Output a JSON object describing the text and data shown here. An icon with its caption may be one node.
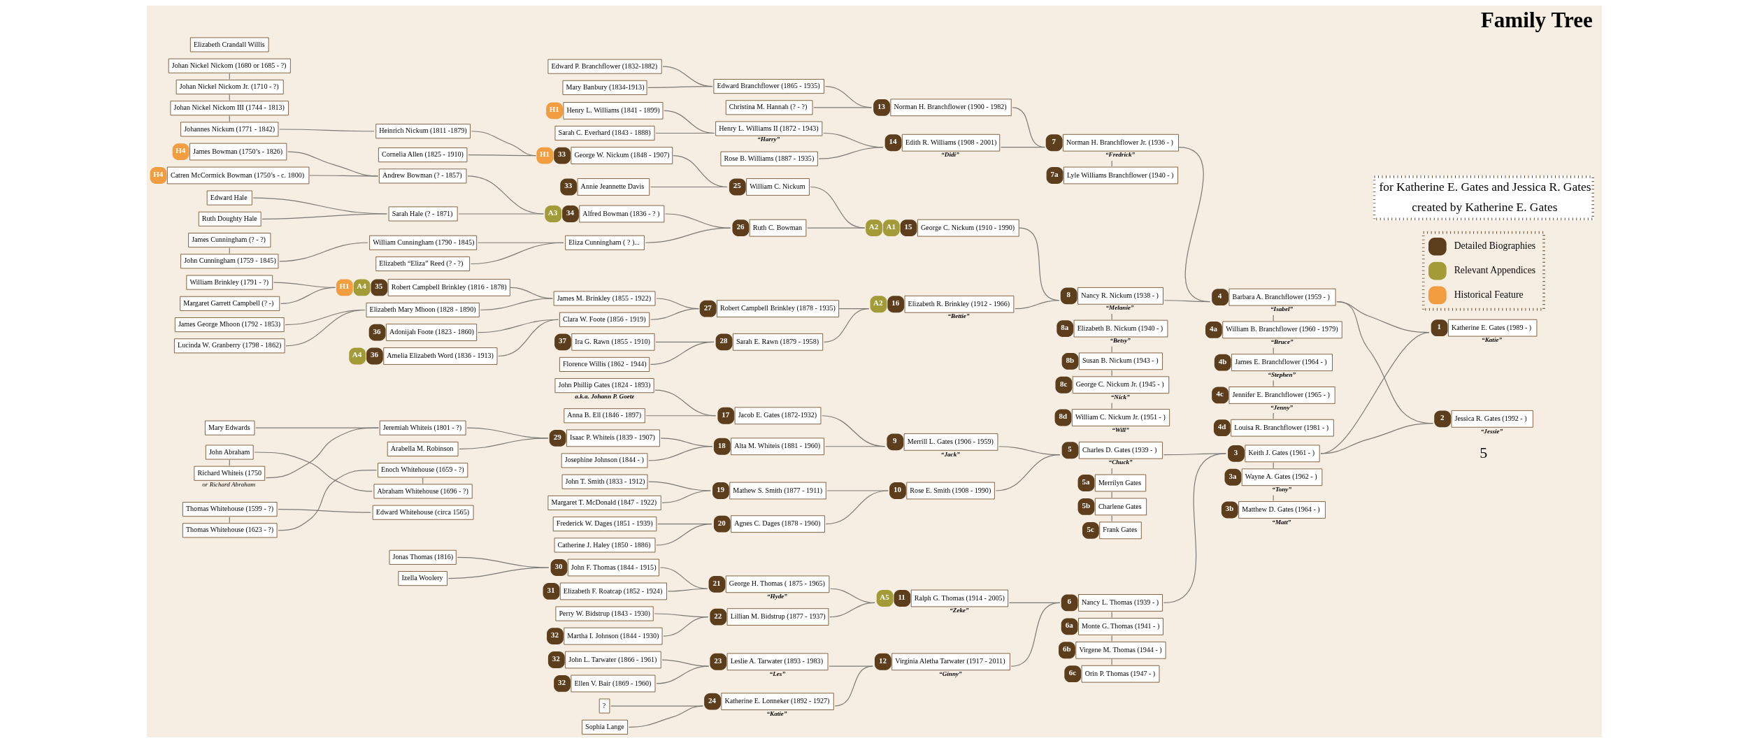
{
  "diagram": {
    "title": "Family Tree",
    "nodes": [
      {
        "text": [
          "Thomas Whitehouse (1599 - ?)"
        ]
      },
      {
        "text": [
          "Edward Whitehouse (circa 1565)"
        ]
      },
      {
        "text": [
          "Thomas Whitehouse (1623 - ?)"
        ]
      },
      {
        "text": [
          "Enoch Whitehouse (1659 - ?)"
        ]
      },
      {
        "text": [
          "29",
          "Isaac P. Whiteis (1839 - 1907)"
        ]
      },
      {
        "text": [
          "John Abraham"
        ]
      },
      {
        "text": [
          "Abraham Whitehouse (1696 - ?)"
        ]
      },
      {
        "text": [
          "Josephine Johnson (1844 - )"
        ]
      },
      {
        "text": [
          "Richard Whiteis (1750"
        ],
        "beside": [
          "or Richard Abraham"
        ]
      },
      {
        "text": [
          "Jeremiah Whiteis (1801 - ?)"
        ]
      },
      {
        "text": [
          "Frederick W. Dages (1851 - 1939)"
        ]
      },
      {
        "text": [
          "Mary Edwards"
        ]
      },
      {
        "text": [
          "Arabella M. Robinson"
        ]
      },
      {
        "text": [
          "Catherine J. Haley (1850 - 1886)"
        ]
      },
      {
        "text": [
          "Jonas Thomas (1816)"
        ]
      },
      {
        "text": [
          "Johan Nickel Nickom (1680 or 1685 - ?)"
        ]
      },
      {
        "text": [
          "Izella Woolery"
        ]
      },
      {
        "text": [
          "Johan Nickel Nickom Jr. (1710 - ?)"
        ]
      },
      {
        "text": [
          "Perry W. Bidstrup (1843 - 1930)"
        ]
      },
      {
        "text": [
          "Johan Nickel Nickom III (1744 - 1813)"
        ]
      },
      {
        "text": [
          "32",
          "Martha I. Johnson (1844 - 1930)"
        ]
      },
      {
        "text": [
          "Johannes Nickum (1771 - 1842)"
        ]
      },
      {
        "text": [
          "Heinrich Nickum (1811 -1879)"
        ]
      },
      {
        "text": [
          "Cornelia Allen (1825 - 1910)"
        ]
      },
      {
        "text": [
          "?"
        ]
      },
      {
        "text": [
          "Sophia Lange"
        ]
      },
      {
        "text": [
          "H4",
          "James Bowman (1750’s - 1826)"
        ]
      },
      {
        "text": [
          "H4",
          "Catren McCormick Bowman (1750’s - c. 1800)"
        ]
      },
      {
        "text": [
          "Andrew Bowman (? - 1857)"
        ]
      },
      {
        "text": [
          "Edward Hale"
        ]
      },
      {
        "text": [
          "Ruth Doughty Hale"
        ]
      },
      {
        "text": [
          "Sarah Hale (? - 1871)"
        ]
      },
      {
        "text": [
          "H1",
          "Henry L. Williams (1841 - 1899)"
        ]
      },
      {
        "text": [
          "Sarah C. Everhard (1843 - 1888)"
        ]
      },
      {
        "text": [
          "James Cunningham (? - ?)"
        ]
      },
      {
        "text": [
          "John Cunningham (1759 - 1845)"
        ]
      },
      {
        "text": [
          "William Cunningham (1790 - 1845)"
        ]
      },
      {
        "text": [
          "William Brinkley (1791 - ?)"
        ]
      },
      {
        "text": [
          "Margaret Garrett Campbell (? -)"
        ]
      },
      {
        "text": [
          "Elizabeth “Eliza” Reed (? - ?)"
        ]
      },
      {
        "text": [
          "A3",
          "34",
          "Alfred Bowman (1836 - ? )"
        ]
      },
      {
        "text": [
          "H1",
          "A4",
          "35",
          "Robert Campbell Brinkley (1816 - 1878)"
        ]
      },
      {
        "text": [
          "Eliza Cunningham ( ? )..."
        ]
      },
      {
        "text": [
          "James George Mhoon (1792 - 1853)"
        ]
      },
      {
        "text": [
          "Elizabeth Mary Mhoon (1828 - 1890)"
        ]
      },
      {
        "text": [
          "Lucinda W. Granberry (1798 - 1862)"
        ]
      },
      {
        "text": [
          "36",
          "Adonijah Foote (1823 - 1860)"
        ]
      },
      {
        "text": [
          "A4",
          "36",
          "Amelia Elizabeth Word (1836 - 1913)"
        ]
      },
      {
        "text": [
          "37",
          "Ira G. Rawn (1855 - 1910)"
        ]
      },
      {
        "text": [
          "Florence Willis (1862 - 1944)"
        ]
      },
      {
        "text": [
          "Elizabeth Crandall Willis"
        ]
      },
      {
        "text": [
          "John Phillip Gates (1824 - 1893)"
        ],
        "beside": [
          "a.k.a. Johann P. Goetz"
        ]
      },
      {
        "text": [
          "17",
          "Jacob E. Gates (1872-1932)"
        ]
      },
      {
        "text": [
          "Anna B. Ell (1846 - 1897)"
        ]
      },
      {
        "text": [
          "18",
          "Alta M. Whiteis (1881 - 1960)"
        ]
      },
      {
        "text": [
          "John T. Smith (1833 - 1912)"
        ]
      },
      {
        "text": [
          "19",
          "Mathew S. Smith (1877 - 1911)"
        ]
      },
      {
        "text": [
          "Margaret T. McDonald (1847 - 1922)"
        ]
      },
      {
        "text": [
          "20",
          "Agnes C. Dages (1878 - 1960)"
        ]
      },
      {
        "text": [
          "30",
          "John F. Thomas (1844 - 1915)"
        ]
      },
      {
        "text": [
          "21",
          "George H. Thomas ( 1875 - 1965)"
        ],
        "beside": [
          "“Hyde”"
        ]
      },
      {
        "text": [
          "31",
          "Elizabeth F. Roatcap (1852 - 1924)"
        ]
      },
      {
        "text": [
          "22",
          "Lillian M. Bidstrup (1877 - 1937)"
        ]
      },
      {
        "text": [
          "32",
          "John L. Tarwater (1866 - 1961)"
        ]
      },
      {
        "text": [
          "23",
          "Leslie A. Tarwater (1893 - 1983)"
        ],
        "beside": [
          "“Les”"
        ]
      },
      {
        "text": [
          "32",
          "Ellen V. Bair (1869 - 1960)"
        ]
      },
      {
        "text": [
          "24",
          "Katherine E. Lonneker (1892 - 1927)"
        ],
        "beside": [
          "“Katie”"
        ]
      },
      {
        "text": [
          "Edward P. Branchflower (1832-1882)"
        ]
      },
      {
        "text": [
          "Edward Branchflower (1865 - 1935)"
        ]
      },
      {
        "text": [
          "Mary Banbury (1834-1913)"
        ]
      },
      {
        "text": [
          "Christina M. Hannah (? - ?)"
        ]
      },
      {
        "text": [
          "Henry L. Williams II (1872 - 1943)"
        ],
        "beside": [
          "“Harry”"
        ]
      },
      {
        "text": [
          "Rose B. Williams (1887 - 1935)"
        ]
      },
      {
        "text": [
          "H1",
          "33",
          "George W. Nickum (1848 - 1907)"
        ]
      },
      {
        "text": [
          "25",
          "William C. Nickum"
        ]
      },
      {
        "text": [
          "33",
          "Annie Jeannette Davis"
        ]
      },
      {
        "text": [
          "26",
          "Ruth C. Bowman"
        ]
      },
      {
        "text": [
          "James M. Brinkley (1855 - 1922)"
        ]
      },
      {
        "text": [
          "27",
          "Robert Campbell Brinkley (1878 - 1935)"
        ]
      },
      {
        "text": [
          "Clara W. Foote (1856 - 1919)"
        ]
      },
      {
        "text": [
          "28",
          "Sarah E. Rawn (1879 - 1958)"
        ]
      },
      {
        "text": [
          "9",
          "Merrill L. Gates (1906 - 1959)"
        ],
        "beside": [
          "“Jack”"
        ]
      },
      {
        "text": [
          "10",
          "Rose E. Smith (1908 - 1990)"
        ]
      },
      {
        "text": [
          "A5",
          "11",
          "Ralph G. Thomas (1914 - 2005)"
        ],
        "beside": [
          "“Zeke”"
        ]
      },
      {
        "text": [
          "12",
          "Virginia Aletha Tarwater (1917 - 2011)"
        ],
        "beside": [
          "“Ginny”"
        ]
      },
      {
        "text": [
          "13",
          "Norman H. Branchflower (1900 - 1982)"
        ]
      },
      {
        "text": [
          "14",
          "Edith R. Williams (1908 - 2001)"
        ],
        "beside": [
          "“Didi”"
        ]
      },
      {
        "text": [
          "A2",
          "A1",
          "15",
          "George C. Nickum (1910 - 1990)"
        ]
      },
      {
        "text": [
          "A2",
          "16",
          "Elizabeth R. Brinkley (1912 - 1966)"
        ],
        "beside": [
          "“Bettie”"
        ]
      },
      {
        "text": [
          "5",
          "Charles D. Gates (1939 - )"
        ],
        "beside": [
          "“Chuck”"
        ]
      },
      {
        "text": [
          "5a",
          "Merrilyn Gates"
        ]
      },
      {
        "text": [
          "5b",
          "Charlene Gates"
        ]
      },
      {
        "text": [
          "5c",
          "Frank Gates"
        ]
      },
      {
        "text": [
          "6",
          "Nancy L. Thomas (1939 - )"
        ]
      },
      {
        "text": [
          "6a",
          "Monte G. Thomas (1941 - )"
        ]
      },
      {
        "text": [
          "6b",
          "Virgene M. Thomas (1944 - )"
        ]
      },
      {
        "text": [
          "6c",
          "Orin P. Thomas (1947 - )"
        ]
      },
      {
        "text": [
          "7",
          "Norman H. Branchflower Jr. (1936 - )"
        ],
        "beside": [
          "“Fredrick”"
        ]
      },
      {
        "text": [
          "7a",
          "Lyle Williams Branchflower (1940 - )"
        ]
      },
      {
        "text": [
          "8",
          "Nancy R. Nickum (1938 - )"
        ],
        "beside": [
          "“Melanie”"
        ]
      },
      {
        "text": [
          "8a",
          "Elizabeth B. Nickum (1940 - )"
        ],
        "beside": [
          "“Betsy”"
        ]
      },
      {
        "text": [
          "8b",
          "Susan B. Nickum (1943 - )"
        ]
      },
      {
        "text": [
          "8c",
          "George C. Nickum Jr. (1945 - )"
        ],
        "beside": [
          "“Nick”"
        ]
      },
      {
        "text": [
          "8d",
          "William C. Nickum Jr. (1951 - )"
        ],
        "beside": [
          "“Will”"
        ]
      },
      {
        "text": [
          "3",
          "Keith J. Gates (1961 - )"
        ]
      },
      {
        "text": [
          "3a",
          "Wayne A. Gates (1962 - )"
        ],
        "beside": [
          "“Tony”"
        ]
      },
      {
        "text": [
          "3b",
          "Matthew D. Gates (1964 - )"
        ],
        "beside": [
          "“Matt”"
        ]
      },
      {
        "text": [
          "4",
          "Barbara A. Branchflower (1959 - )"
        ],
        "beside": [
          "“Isabel”"
        ]
      },
      {
        "text": [
          "4a",
          "William B. Branchflower (1960 - 1979)"
        ],
        "beside": [
          "“Bruce”"
        ]
      },
      {
        "text": [
          "4b",
          "James E. Branchflower (1964 - )"
        ],
        "beside": [
          "“Stephen”"
        ]
      },
      {
        "text": [
          "4c",
          "Jennifer E. Branchflower (1965 - )"
        ],
        "beside": [
          "“Jenny”"
        ]
      },
      {
        "text": [
          "4d",
          "Louisa R. Branchflower (1981 - )"
        ]
      },
      {
        "text": [
          "1",
          "Katherine E. Gates (1989 - )"
        ],
        "beside": [
          "“Katie”"
        ]
      },
      {
        "text": [
          "2",
          "Jessica R. Gates (1992 - )"
        ],
        "beside": [
          "“Jessie”"
        ]
      }
    ],
    "edges": [
      {
        "from": 0,
        "to": 1,
        "arrow": "none"
      },
      {
        "from": 0,
        "to": 2,
        "arrow": "none"
      },
      {
        "from": 2,
        "to": 3,
        "arrow": "none"
      },
      {
        "from": 3,
        "to": 6,
        "arrow": "none"
      },
      {
        "from": 5,
        "to": 6,
        "arrow": "none"
      },
      {
        "from": 5,
        "to": 8,
        "arrow": "none"
      },
      {
        "from": 8,
        "to": 9,
        "arrow": "none"
      },
      {
        "from": 11,
        "to": 9,
        "arrow": "none"
      },
      {
        "from": 9,
        "to": 4,
        "arrow": "none"
      },
      {
        "from": 12,
        "to": 4,
        "arrow": "none"
      },
      {
        "from": 4,
        "to": 54,
        "arrow": "none"
      },
      {
        "from": 7,
        "to": 54,
        "arrow": "none"
      },
      {
        "from": 10,
        "to": 58,
        "arrow": "none"
      },
      {
        "from": 13,
        "to": 58,
        "arrow": "none"
      },
      {
        "from": 14,
        "to": 59,
        "arrow": "none"
      },
      {
        "from": 16,
        "to": 59,
        "arrow": "none"
      },
      {
        "from": 15,
        "to": 17,
        "arrow": "none"
      },
      {
        "from": 17,
        "to": 19,
        "arrow": "none"
      },
      {
        "from": 19,
        "to": 21,
        "arrow": "none"
      },
      {
        "from": 21,
        "to": 22,
        "arrow": "none"
      },
      {
        "from": 18,
        "to": 62,
        "arrow": "none"
      },
      {
        "from": 20,
        "to": 62,
        "arrow": "none"
      },
      {
        "from": 22,
        "to": 73,
        "arrow": "none"
      },
      {
        "from": 23,
        "to": 73,
        "arrow": "none"
      },
      {
        "from": 24,
        "to": 66,
        "arrow": "none"
      },
      {
        "from": 25,
        "to": 66,
        "arrow": "none"
      },
      {
        "from": 26,
        "to": 28,
        "arrow": "none"
      },
      {
        "from": 27,
        "to": 28,
        "arrow": "none"
      },
      {
        "from": 29,
        "to": 31,
        "arrow": "none"
      },
      {
        "from": 30,
        "to": 31,
        "arrow": "none"
      },
      {
        "from": 28,
        "to": 40,
        "arrow": "none"
      },
      {
        "from": 31,
        "to": 40,
        "arrow": "none"
      },
      {
        "from": 32,
        "to": 71,
        "arrow": "none"
      },
      {
        "from": 33,
        "to": 71,
        "arrow": "none"
      },
      {
        "from": 34,
        "to": 35,
        "arrow": "none"
      },
      {
        "from": 35,
        "to": 36,
        "arrow": "none"
      },
      {
        "from": 36,
        "to": 42,
        "arrow": "none"
      },
      {
        "from": 39,
        "to": 42,
        "arrow": "none"
      },
      {
        "from": 37,
        "to": 41,
        "arrow": "none"
      },
      {
        "from": 38,
        "to": 41,
        "arrow": "none"
      },
      {
        "from": 43,
        "to": 44,
        "arrow": "none"
      },
      {
        "from": 45,
        "to": 44,
        "arrow": "none"
      },
      {
        "from": 41,
        "to": 77,
        "arrow": "none"
      },
      {
        "from": 44,
        "to": 77,
        "arrow": "none"
      },
      {
        "from": 46,
        "to": 79,
        "arrow": "none"
      },
      {
        "from": 47,
        "to": 79,
        "arrow": "none"
      },
      {
        "from": 48,
        "to": 80,
        "arrow": "none"
      },
      {
        "from": 49,
        "to": 80,
        "arrow": "none"
      },
      {
        "from": 51,
        "to": 52,
        "arrow": "none"
      },
      {
        "from": 53,
        "to": 52,
        "arrow": "none"
      },
      {
        "from": 52,
        "to": 81,
        "arrow": "none"
      },
      {
        "from": 54,
        "to": 81,
        "arrow": "none"
      },
      {
        "from": 55,
        "to": 56,
        "arrow": "none"
      },
      {
        "from": 57,
        "to": 56,
        "arrow": "none"
      },
      {
        "from": 56,
        "to": 82,
        "arrow": "none"
      },
      {
        "from": 58,
        "to": 82,
        "arrow": "none"
      },
      {
        "from": 59,
        "to": 60,
        "arrow": "none"
      },
      {
        "from": 61,
        "to": 60,
        "arrow": "none"
      },
      {
        "from": 60,
        "to": 83,
        "arrow": "none"
      },
      {
        "from": 62,
        "to": 83,
        "arrow": "none"
      },
      {
        "from": 63,
        "to": 64,
        "arrow": "none"
      },
      {
        "from": 65,
        "to": 64,
        "arrow": "none"
      },
      {
        "from": 64,
        "to": 84,
        "arrow": "none"
      },
      {
        "from": 66,
        "to": 84,
        "arrow": "none"
      },
      {
        "from": 67,
        "to": 68,
        "arrow": "none"
      },
      {
        "from": 69,
        "to": 68,
        "arrow": "none"
      },
      {
        "from": 68,
        "to": 85,
        "arrow": "none"
      },
      {
        "from": 70,
        "to": 85,
        "arrow": "none"
      },
      {
        "from": 71,
        "to": 86,
        "arrow": "none"
      },
      {
        "from": 72,
        "to": 86,
        "arrow": "none"
      },
      {
        "from": 73,
        "to": 74,
        "arrow": "none"
      },
      {
        "from": 75,
        "to": 74,
        "arrow": "none"
      },
      {
        "from": 40,
        "to": 76,
        "arrow": "none"
      },
      {
        "from": 42,
        "to": 76,
        "arrow": "none"
      },
      {
        "from": 74,
        "to": 87,
        "arrow": "none"
      },
      {
        "from": 76,
        "to": 87,
        "arrow": "none"
      },
      {
        "from": 77,
        "to": 78,
        "arrow": "none"
      },
      {
        "from": 79,
        "to": 78,
        "arrow": "none"
      },
      {
        "from": 78,
        "to": 88,
        "arrow": "none"
      },
      {
        "from": 80,
        "to": 88,
        "arrow": "none"
      },
      {
        "from": 81,
        "to": 89,
        "arrow": "none"
      },
      {
        "from": 82,
        "to": 89,
        "arrow": "none"
      },
      {
        "from": 83,
        "to": 93,
        "arrow": "none"
      },
      {
        "from": 84,
        "to": 93,
        "arrow": "none"
      },
      {
        "from": 85,
        "to": 97,
        "arrow": "none"
      },
      {
        "from": 86,
        "to": 97,
        "arrow": "none"
      },
      {
        "from": 87,
        "to": 99,
        "arrow": "none"
      },
      {
        "from": 88,
        "to": 99,
        "arrow": "none"
      },
      {
        "from": 89,
        "to": 90,
        "arrow": "none"
      },
      {
        "from": 90,
        "to": 91,
        "arrow": "none"
      },
      {
        "from": 91,
        "to": 92,
        "arrow": "none"
      },
      {
        "from": 93,
        "to": 94,
        "arrow": "none"
      },
      {
        "from": 94,
        "to": 95,
        "arrow": "none"
      },
      {
        "from": 95,
        "to": 96,
        "arrow": "none"
      },
      {
        "from": 97,
        "to": 98,
        "arrow": "none"
      },
      {
        "from": 99,
        "to": 100,
        "arrow": "none"
      },
      {
        "from": 100,
        "to": 101,
        "arrow": "none"
      },
      {
        "from": 101,
        "to": 102,
        "arrow": "none"
      },
      {
        "from": 102,
        "to": 103,
        "arrow": "none"
      },
      {
        "from": 89,
        "to": 104,
        "arrow": "none"
      },
      {
        "from": 93,
        "to": 104,
        "arrow": "none"
      },
      {
        "from": 97,
        "to": 107,
        "arrow": "none"
      },
      {
        "from": 99,
        "to": 107,
        "arrow": "none"
      },
      {
        "from": 104,
        "to": 105,
        "arrow": "none"
      },
      {
        "from": 105,
        "to": 106,
        "arrow": "none"
      },
      {
        "from": 107,
        "to": 108,
        "arrow": "none"
      },
      {
        "from": 108,
        "to": 109,
        "arrow": "none"
      },
      {
        "from": 109,
        "to": 110,
        "arrow": "none"
      },
      {
        "from": 110,
        "to": 111,
        "arrow": "none"
      },
      {
        "from": 104,
        "to": 112,
        "arrow": "none"
      },
      {
        "from": 104,
        "to": 113,
        "arrow": "none"
      },
      {
        "from": 107,
        "to": 112,
        "arrow": "none"
      },
      {
        "from": 107,
        "to": 113,
        "arrow": "none"
      }
    ],
    "labels": [
      "for Katherine E. Gates and Jessica R. Gates",
      "created by Katherine E. Gates",
      "5"
    ],
    "legend": [
      {
        "text": "Detailed Biographies",
        "color": "#5c3d1c"
      },
      {
        "text": "Relevant Appendices",
        "color": "#a39b37"
      },
      {
        "text": "Historical Feature",
        "color": "#f29d3f"
      }
    ]
  }
}
